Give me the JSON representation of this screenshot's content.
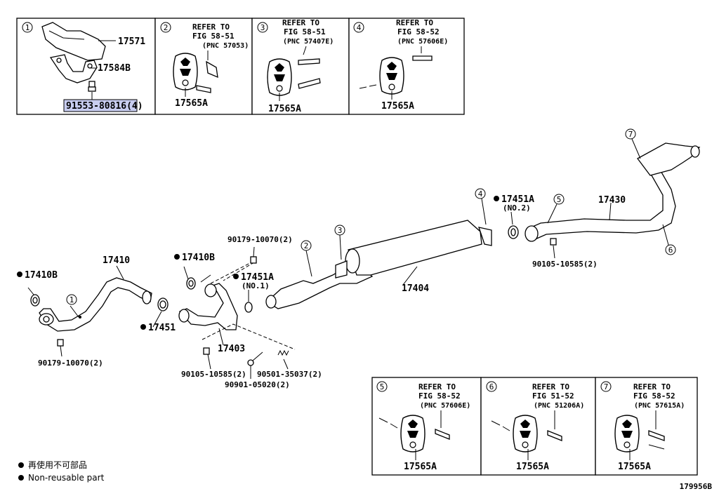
{
  "box1": {
    "index": "1",
    "labels": [
      "17571",
      "17584B",
      "91553-80816(4)"
    ]
  },
  "box2": {
    "index": "2",
    "refer": "REFER TO",
    "fig": "FIG 58-51",
    "pnc": "(PNC 57053)",
    "part": "17565A"
  },
  "box3": {
    "index": "3",
    "refer": "REFER TO",
    "fig": "FIG 58-51",
    "pnc": "(PNC 57407E)",
    "part": "17565A"
  },
  "box4": {
    "index": "4",
    "refer": "REFER TO",
    "fig": "FIG 58-52",
    "pnc": "(PNC 57606E)",
    "part": "17565A"
  },
  "box5": {
    "index": "5",
    "refer": "REFER TO",
    "fig": "FIG 58-52",
    "pnc": "(PNC 57606E)",
    "part": "17565A"
  },
  "box6": {
    "index": "6",
    "refer": "REFER TO",
    "fig": "FIG 51-52",
    "pnc": "(PNC 51206A)",
    "part": "17565A"
  },
  "box7": {
    "index": "7",
    "refer": "REFER TO",
    "fig": "FIG 58-52",
    "pnc": "(PNC 57615A)",
    "part": "17565A"
  },
  "parts": {
    "p17410": "17410",
    "p17410B_left": "17410B",
    "p17410B_mid": "17410B",
    "p17451": "17451",
    "p17403": "17403",
    "p17404": "17404",
    "p17430": "17430",
    "p17451A_1": "17451A",
    "p17451A_1_sub": "(NO.1)",
    "p17451A_2": "17451A",
    "p17451A_2_sub": "(NO.2)",
    "bolt_top": "90179-10070(2)",
    "bolt_left": "90179-10070(2)",
    "bolt_mid": "90105-10585(2)",
    "bolt_right": "90105-10585(2)",
    "spring": "90501-35037(2)",
    "bolt_bottom": "90901-05020(2)"
  },
  "callouts": [
    "1",
    "2",
    "3",
    "4",
    "5",
    "6",
    "7"
  ],
  "legend": {
    "line1": "再使用不可部品",
    "line2": "Non-reusable part"
  },
  "figure_id": "179956B"
}
